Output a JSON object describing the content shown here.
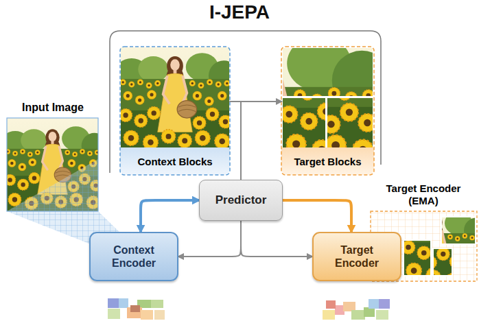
{
  "diagram": {
    "title": "I-JEPA",
    "nodes": [
      {
        "text": [
          "Input Image"
        ]
      },
      {
        "text": [
          "Context Blocks"
        ]
      },
      {
        "text": [
          "Target Blocks"
        ]
      },
      {
        "text": [
          "Predictor"
        ]
      },
      {
        "text": [
          "Context Encoder"
        ]
      },
      {
        "text": [
          "Target Encoder"
        ]
      },
      {
        "text": [
          "Target Encoder (EMA)"
        ]
      }
    ],
    "edges": [
      {
        "from": 1,
        "to": 2,
        "arrow": "to"
      },
      {
        "from": 4,
        "to": 3,
        "arrow": "both"
      },
      {
        "from": 3,
        "to": 5,
        "arrow": "to"
      },
      {
        "from": 3,
        "to": 4,
        "arrow": "to"
      },
      {
        "from": 3,
        "to": 5,
        "arrow": "to"
      }
    ]
  }
}
